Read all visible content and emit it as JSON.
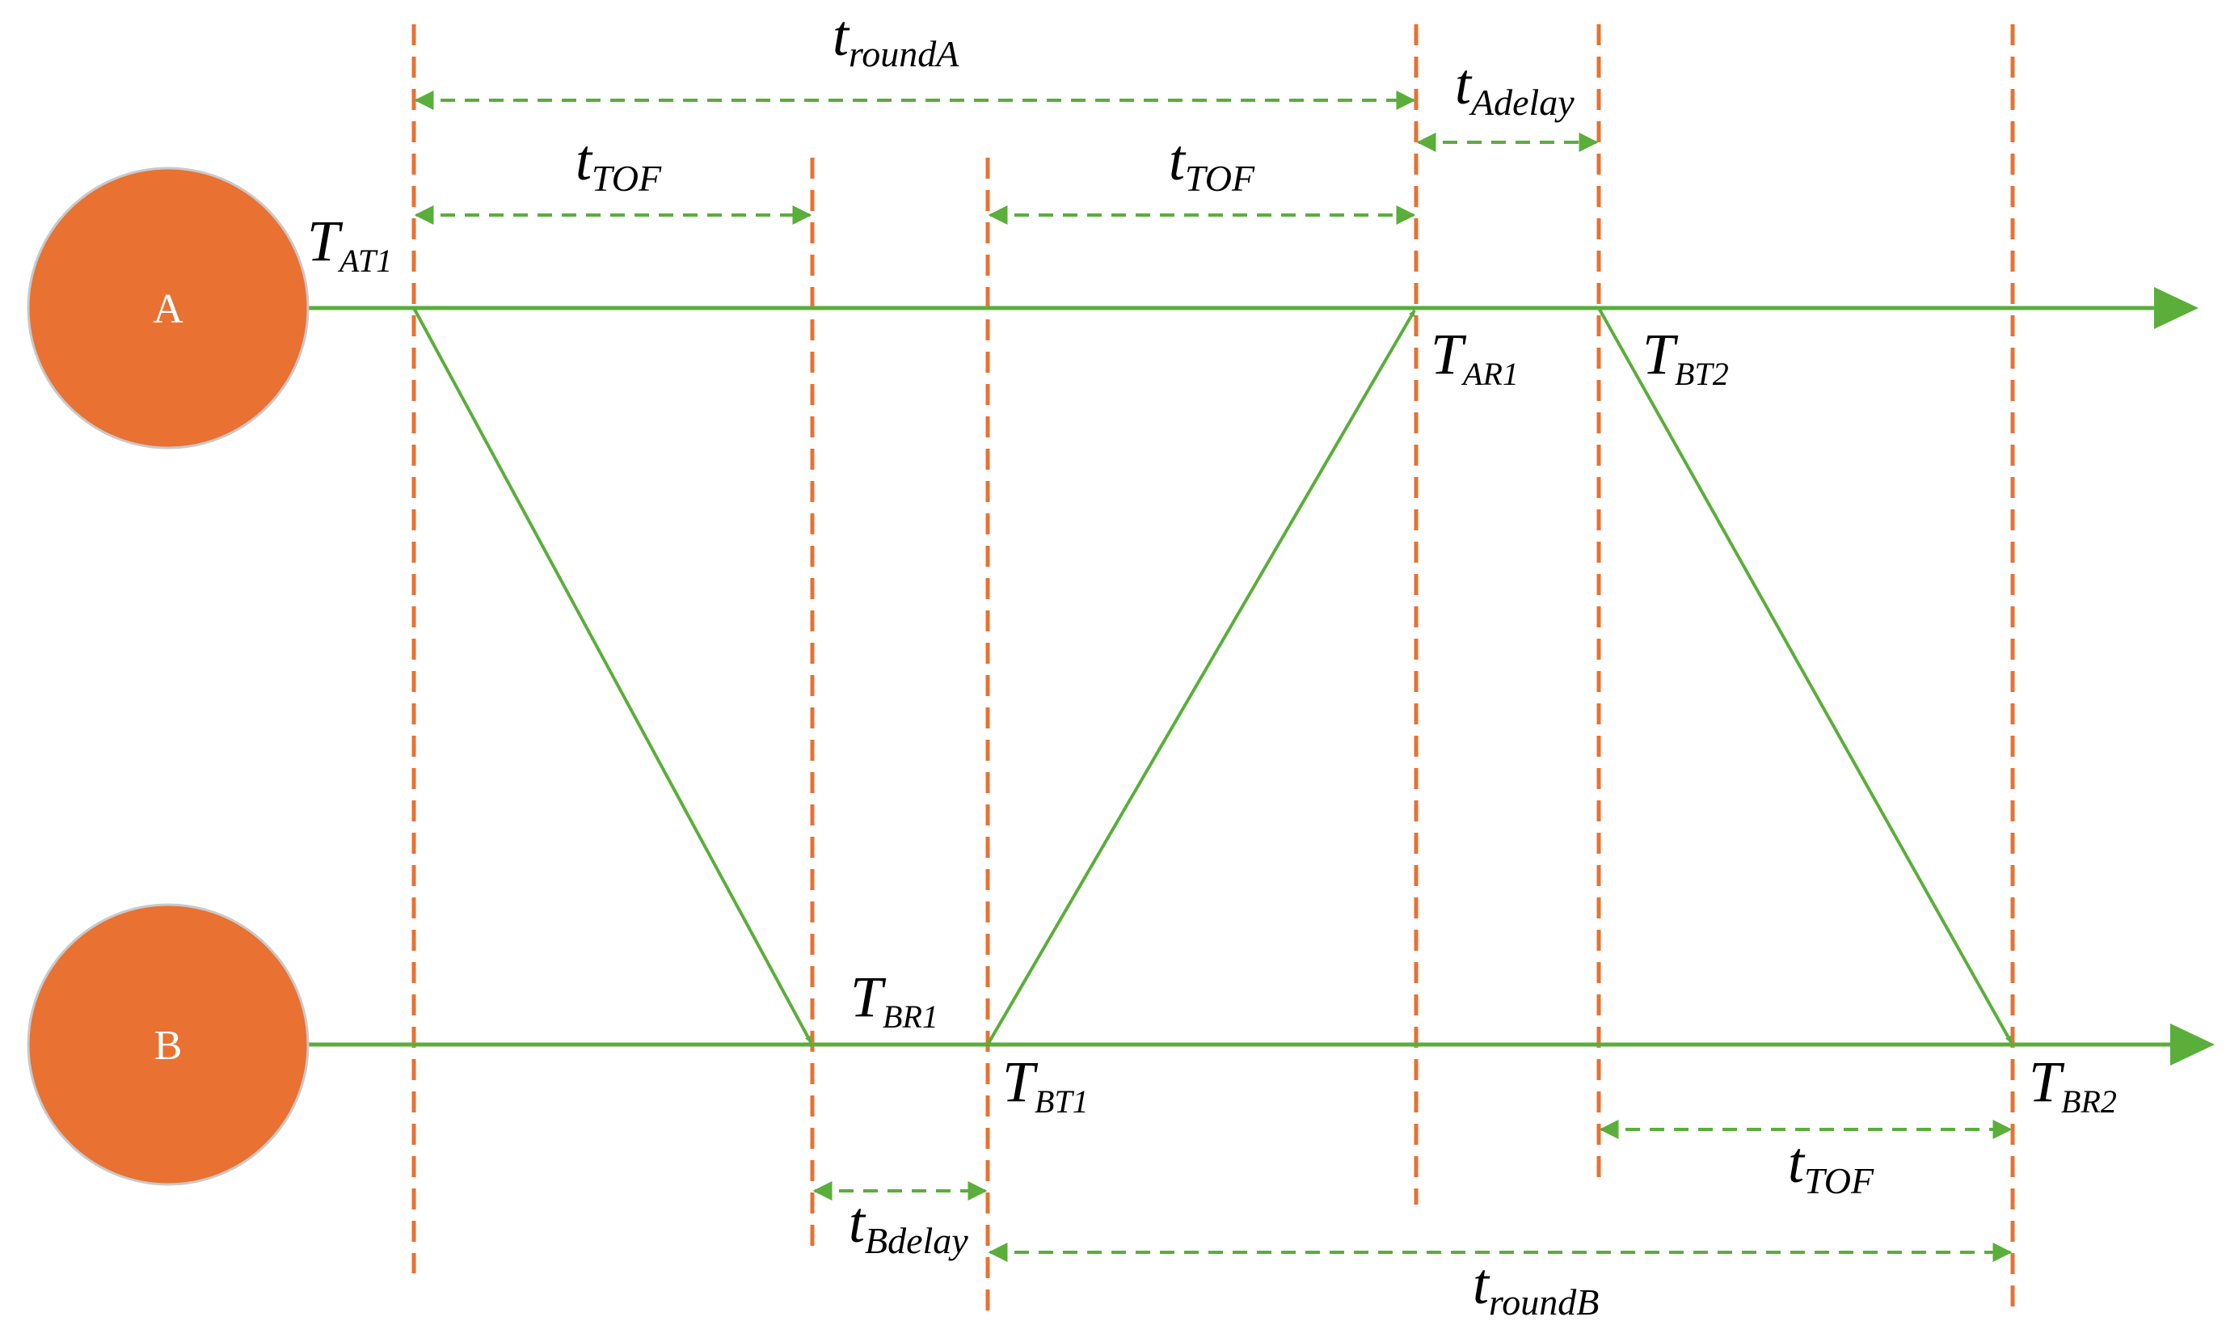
{
  "colors": {
    "node_fill": "#e97132",
    "timeline": "#5aae3a",
    "guide_dash": "#e97132",
    "interval_dash": "#5aae3a"
  },
  "nodes": {
    "a": "A",
    "b": "B"
  },
  "events": {
    "tat1": {
      "main": "T",
      "sub": "AT1"
    },
    "tar1": {
      "main": "T",
      "sub": "AR1"
    },
    "tbt2": {
      "main": "T",
      "sub": "BT2"
    },
    "tbr1": {
      "main": "T",
      "sub": "BR1"
    },
    "tbt1": {
      "main": "T",
      "sub": "BT1"
    },
    "tbr2": {
      "main": "T",
      "sub": "BR2"
    }
  },
  "intervals": {
    "round_a": {
      "main": "t",
      "sub": "roundA"
    },
    "a_delay": {
      "main": "t",
      "sub": "Adelay"
    },
    "tof_1": {
      "main": "t",
      "sub": "TOF"
    },
    "tof_2": {
      "main": "t",
      "sub": "TOF"
    },
    "tof_3": {
      "main": "t",
      "sub": "TOF"
    },
    "b_delay": {
      "main": "t",
      "sub": "Bdelay"
    },
    "round_b": {
      "main": "t",
      "sub": "roundB"
    }
  }
}
